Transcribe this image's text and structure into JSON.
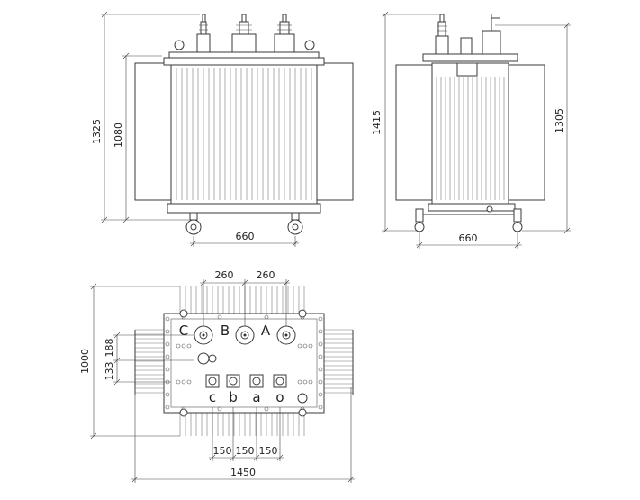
{
  "dimensions": {
    "front_height_total": "1325",
    "front_height_body": "1080",
    "front_wheel_track": "660",
    "side_height_total": "1415",
    "side_height_body": "1305",
    "side_wheel_track": "660",
    "top_bushing_spacing_1": "260",
    "top_bushing_spacing_2": "260",
    "top_depth_total": "1000",
    "top_offset_1": "188",
    "top_offset_2": "133",
    "top_lv_spacing_1": "150",
    "top_lv_spacing_2": "150",
    "top_lv_spacing_3": "150",
    "top_width_total": "1450"
  },
  "terminals": {
    "hv": [
      "C",
      "B",
      "A"
    ],
    "lv": [
      "c",
      "b",
      "a",
      "o"
    ]
  }
}
